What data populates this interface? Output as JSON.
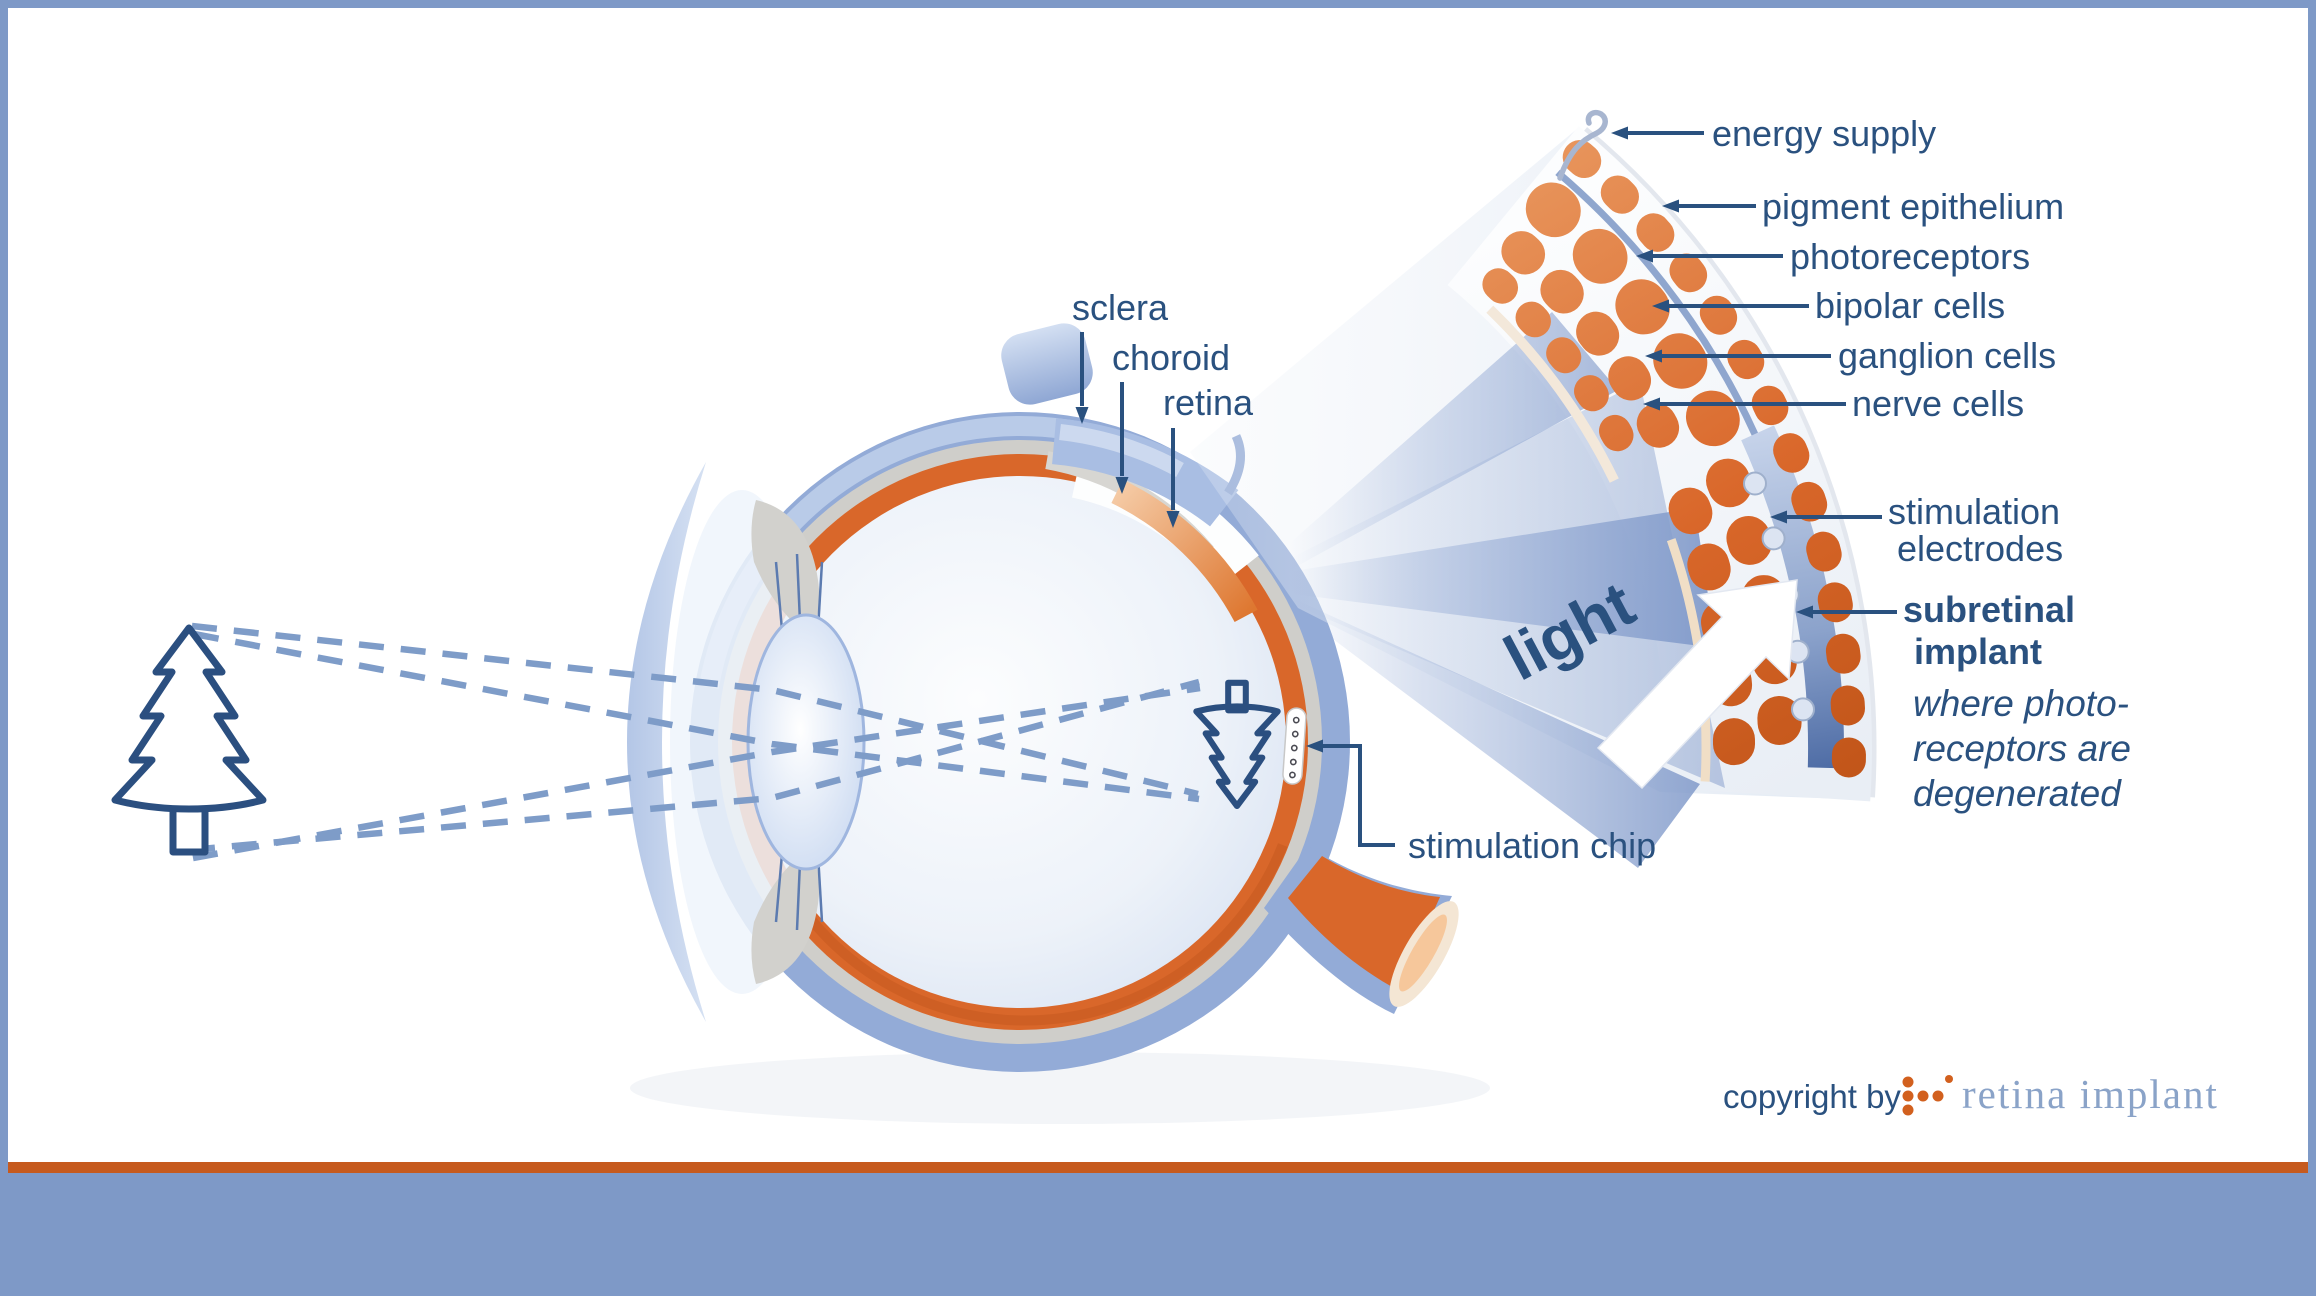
{
  "page": {
    "border_color": "#7E99C7",
    "background": "#FFFFFF",
    "footer_stripe_color": "#C65A1E",
    "footer_band_color": "#7E99C7"
  },
  "eye_labels": {
    "sclera": "sclera",
    "choroid": "choroid",
    "retina": "retina"
  },
  "layer_labels": {
    "energy_supply": "energy supply",
    "pigment_epithelium": "pigment epithelium",
    "photoreceptors": "photoreceptors",
    "bipolar_cells": "bipolar cells",
    "ganglion_cells": "ganglion cells",
    "nerve_cells": "nerve cells"
  },
  "implant_labels": {
    "stimulation_electrodes_line1": "stimulation",
    "stimulation_electrodes_line2": "electrodes",
    "subretinal_implant_line1": "subretinal",
    "subretinal_implant_line2": "implant",
    "note_line1": "where photo-",
    "note_line2": "receptors are",
    "note_line3": "degenerated",
    "stimulation_chip": "stimulation chip"
  },
  "beam": {
    "light_label": "light"
  },
  "footer": {
    "copyright_text": "copyright by",
    "brand_text": "retina implant"
  },
  "colors": {
    "label_blue": "#2A517F",
    "brand_light_blue": "#8AA3C8",
    "logo_orange": "#D2601E",
    "retina_orange": "#D9672A",
    "choroid_gray": "#CFCECA",
    "sclera_blue": "#93ABD7",
    "implant_blue": "#52709F",
    "beam_blue": "#8FA7D4",
    "ray_dash_blue": "#7E9CC8"
  }
}
